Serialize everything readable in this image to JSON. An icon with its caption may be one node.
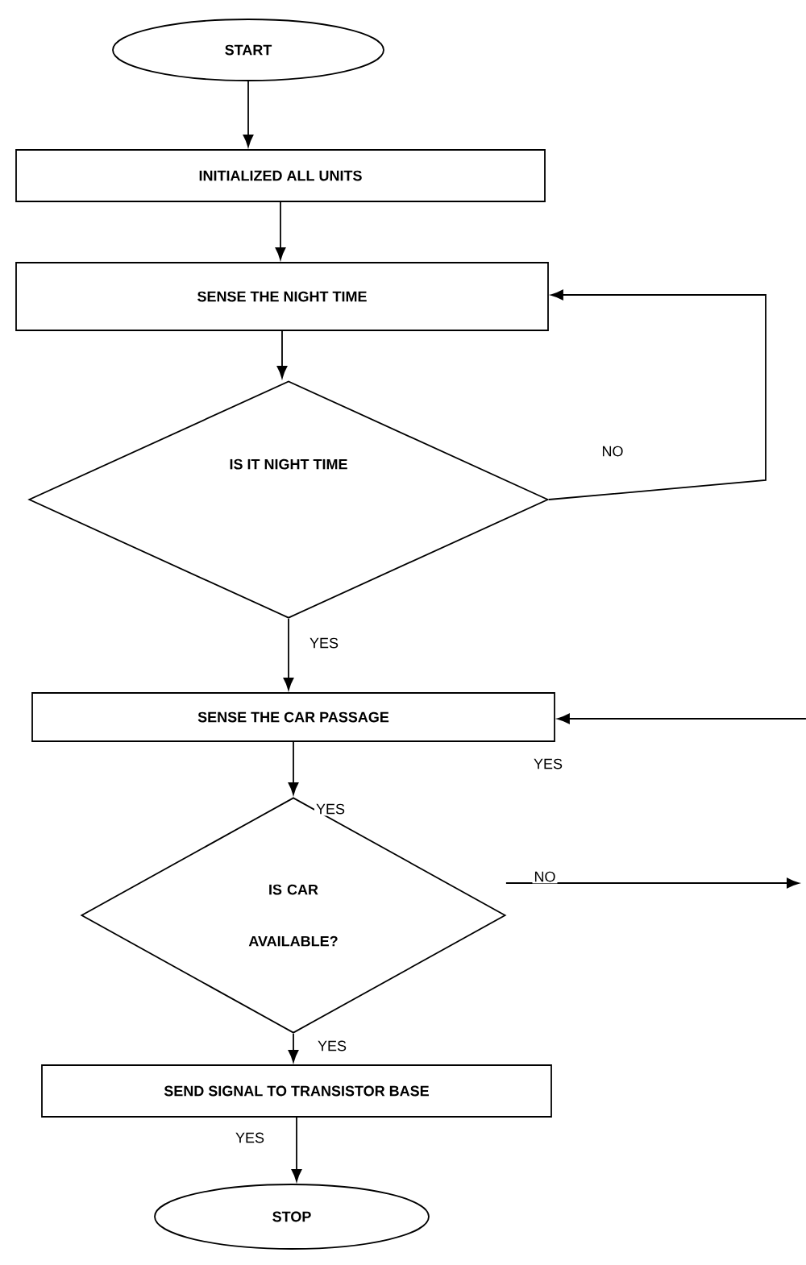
{
  "diagram": {
    "nodes": [
      {
        "text": [
          "START"
        ]
      },
      {
        "text": [
          "INITIALIZED ALL UNITS"
        ]
      },
      {
        "text": [
          "SENSE THE NIGHT TIME"
        ]
      },
      {
        "text": [
          "IS IT NIGHT TIME"
        ]
      },
      {
        "text": [
          "SENSE THE CAR PASSAGE"
        ]
      },
      {
        "text": [
          "IS CAR AVAILABLE?"
        ]
      },
      {
        "text": [
          "SEND SIGNAL TO TRANSISTOR BASE"
        ]
      },
      {
        "text": [
          "STOP"
        ]
      }
    ],
    "edges": [
      {
        "from": 0,
        "to": 1,
        "arrow": "to"
      },
      {
        "from": 1,
        "to": 2,
        "arrow": "to"
      },
      {
        "from": 2,
        "to": 3,
        "arrow": "to"
      },
      {
        "from": 3,
        "to": 2,
        "arrow": "to",
        "label": "NO"
      },
      {
        "from": 3,
        "to": 4,
        "arrow": "to",
        "label": "YES"
      },
      {
        "from": null,
        "to": 4,
        "arrow": "to",
        "label": "YES"
      },
      {
        "from": 4,
        "to": 5,
        "arrow": "to",
        "label": "YES"
      },
      {
        "from": 5,
        "to": null,
        "arrow": "to",
        "label": "NO"
      },
      {
        "from": 5,
        "to": 6,
        "arrow": "to",
        "label": "YES"
      },
      {
        "from": 6,
        "to": 7,
        "arrow": "to",
        "label": "YES"
      }
    ]
  }
}
